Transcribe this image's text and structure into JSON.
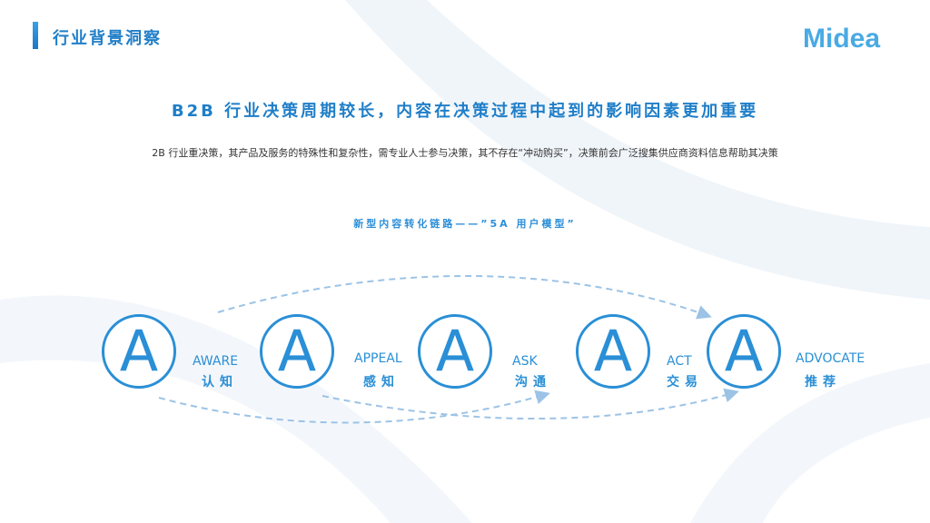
{
  "header": {
    "title": "行业背景洞察"
  },
  "logo": {
    "text": "Midea"
  },
  "headline": "B2B 行业决策周期较长，内容在决策过程中起到的影响因素更加重要",
  "subline": "2B 行业重决策，其产品及服务的特殊性和复杂性，需专业人士参与决策，其不存在“冲动购买”，决策前会广泛搜集供应商资料信息帮助其决策",
  "model": {
    "title": "新型内容转化链路——”5A 用户模型”",
    "stages": [
      {
        "letter": "A",
        "en": "AWARE",
        "cn": "认知"
      },
      {
        "letter": "A",
        "en": "APPEAL",
        "cn": "感知"
      },
      {
        "letter": "A",
        "en": "ASK",
        "cn": "沟通"
      },
      {
        "letter": "A",
        "en": "ACT",
        "cn": "交易"
      },
      {
        "letter": "A",
        "en": "ADVOCATE",
        "cn": "推荐"
      }
    ]
  },
  "colors": {
    "accent": "#2a8fd6",
    "title": "#1f7ec8",
    "arrow": "#9cc3e6",
    "bg_swoosh": "#eef4fa"
  }
}
